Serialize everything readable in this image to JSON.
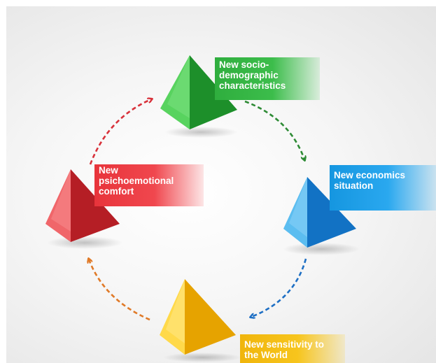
{
  "diagram": {
    "nodes": [
      {
        "id": "green",
        "label": "New socio-\ndemographic\ncharacteristics",
        "color": "#2fb040"
      },
      {
        "id": "blue",
        "label": "New economics\nsituation",
        "color": "#1e9be6"
      },
      {
        "id": "yellow",
        "label": "New sensitivity to\nthe World",
        "color": "#f5c010"
      },
      {
        "id": "red",
        "label": "New\npsichoemotional\ncomfort",
        "color": "#e53a3f"
      }
    ],
    "arrows": [
      {
        "from": "green",
        "to": "blue",
        "color": "#2e8b35"
      },
      {
        "from": "blue",
        "to": "yellow",
        "color": "#1e6fc4"
      },
      {
        "from": "yellow",
        "to": "red",
        "color": "#e07a28"
      },
      {
        "from": "red",
        "to": "green",
        "color": "#d8313a"
      }
    ]
  }
}
